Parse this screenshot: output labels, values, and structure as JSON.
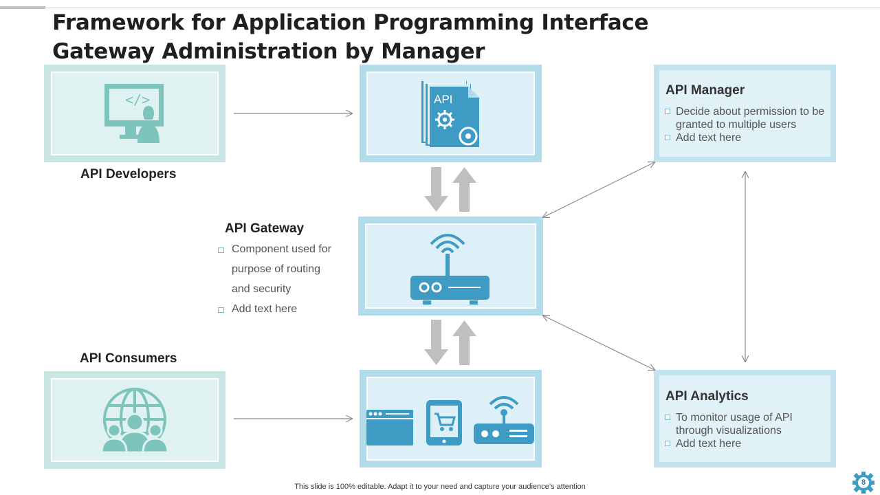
{
  "title": "Framework for Application Programming Interface Gateway Administration by Manager",
  "developers": {
    "label": "API Developers"
  },
  "consumers": {
    "label": "API Consumers"
  },
  "api_doc": {
    "icon_text": "API"
  },
  "gateway": {
    "label": "API Gateway",
    "bullets": [
      "Component used for",
      "purpose of routing",
      "and security",
      "Add text here"
    ]
  },
  "manager": {
    "title": "API Manager",
    "bullets": [
      "Decide about permission to be granted to multiple users",
      "Add text here"
    ]
  },
  "analytics": {
    "title": "API Analytics",
    "bullets": [
      "To monitor usage of API through visualizations",
      "Add text here"
    ]
  },
  "footer": "This slide is 100% editable. Adapt it to your need and capture your audience’s attention",
  "page_number": "8",
  "colors": {
    "teal_icon": "#7cc4bc",
    "blue_icon": "#3e9cc4",
    "arrow_gray": "#bfbfbf"
  }
}
